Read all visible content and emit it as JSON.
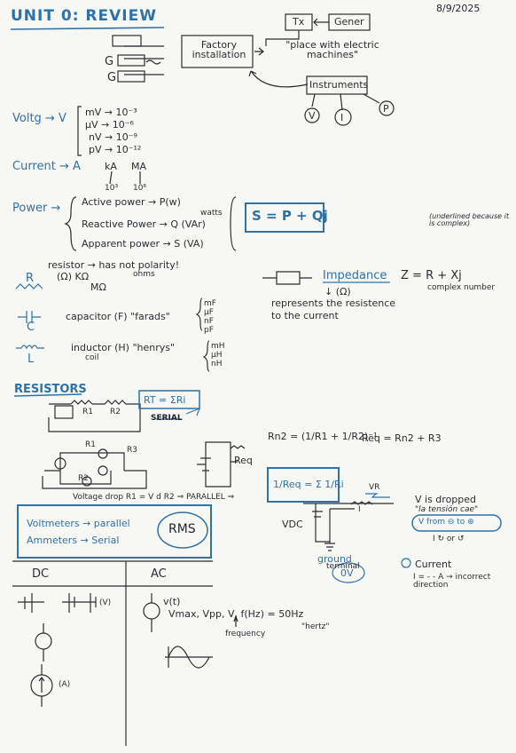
{
  "header": {
    "title": "UNIT 0: REVIEW",
    "date": "8/9/2025"
  },
  "install": {
    "factory": "Factory installation",
    "place": "\"place with electric machines\"",
    "tx": "Tx",
    "gener": "Gener",
    "instruments": "Instruments",
    "v": "V",
    "i": "I",
    "p": "P",
    "g1": "G",
    "g2": "G"
  },
  "voltage": {
    "label": "Voltg → V",
    "rows": [
      "mV → 10⁻³",
      "μV → 10⁻⁶",
      "nV → 10⁻⁹",
      "pV → 10⁻¹²"
    ]
  },
  "current": {
    "label": "Current → A",
    "ka": "kA",
    "ma": "MA",
    "pow1": "10³",
    "pow2": "10⁶"
  },
  "power": {
    "label": "Power →",
    "active": "Active power → P(w)",
    "watts": "watts",
    "reactive": "Reactive Power → Q (VAr)",
    "apparent": "Apparent power → S (VA)",
    "formula": "S = P + Qj",
    "note": "(underlined because it is complex)"
  },
  "components": {
    "r": "R",
    "resistor": "resistor → has not polarity!",
    "rohm": "(Ω) KΩ",
    "ohms": "ohms",
    "mohm": "MΩ",
    "c": "C",
    "capacitor": "capacitor (F) \"farads\"",
    "cunits": [
      "mF",
      "μF",
      "nF",
      "pF"
    ],
    "l": "L",
    "inductor": "inductor (H) \"henrys\"",
    "coil": "coil",
    "lunits": [
      "mH",
      "μH",
      "nH"
    ]
  },
  "impedance": {
    "label": "Impedance",
    "unit": "↓ (Ω)",
    "formula": "Z = R + Xj",
    "complex": "complex number",
    "desc1": "represents the resistence",
    "desc2": "to the current"
  },
  "resistors": {
    "title": "RESISTORS",
    "rt": "RT = ΣRi",
    "serial": "SERIAL",
    "r1": "R1",
    "r2": "R2",
    "r3": "R3",
    "req": "Req",
    "rn2": "Rn2 = (1/R1 + 1/R2)⁻¹",
    "req2": "Req = Rn2 + R3",
    "inv": "1/Req = Σ 1/Ri",
    "voltage_drop": "Voltage drop R1 = V d R2 ⇒ PARALLEL ⇒",
    "vr": "VR",
    "vdc": "VDC",
    "i": "I",
    "dropped": "V is dropped",
    "quote": "\"la tensión cae\"",
    "vfrom": "V from ⊖ to ⊕",
    "dir": "I ↻ or ↺",
    "ground": "ground",
    "terminal": "terminal",
    "ov": "0V",
    "current": "Current",
    "indirect": "I = - - A → incorrect direction",
    "voltmeters": "Voltmeters → parallel",
    "ammeters": "Ammeters → Serial",
    "rms": "RMS"
  },
  "dcac": {
    "dc": "DC",
    "ac": "AC",
    "v": "(V)",
    "a": "(A)",
    "vt": "v(t)",
    "params": "Vmax, Vpp, V, f(Hz) = 50Hz",
    "freq": "frequency",
    "hertz": "\"hertz\""
  }
}
